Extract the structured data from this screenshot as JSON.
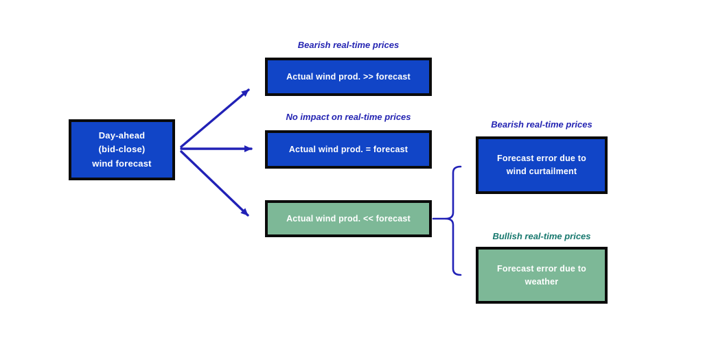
{
  "colors": {
    "box-blue": "#1145c7",
    "box-green": "#7db897",
    "box-border": "#0b0b0b",
    "box-text": "#ffffff",
    "caption-blue": "#2424b2",
    "caption-teal": "#17786e",
    "connector": "#2121b6",
    "page-bg": "#ffffff"
  },
  "diagram": {
    "root": {
      "label": "Day-ahead\n(bid-close)\nwind forecast"
    },
    "branches": [
      {
        "caption": "Bearish real-time prices",
        "label": "Actual wind prod. >> forecast",
        "tone": "blue"
      },
      {
        "caption": "No impact on real-time prices",
        "label": "Actual wind prod. = forecast",
        "tone": "blue"
      },
      {
        "caption": "",
        "label": "Actual wind prod. << forecast",
        "tone": "green"
      }
    ],
    "outcomes": [
      {
        "caption": "Bearish real-time prices",
        "label": "Forecast error due to\nwind curtailment",
        "tone": "blue"
      },
      {
        "caption": "Bullish real-time prices",
        "label": "Forecast error due to\nweather",
        "tone": "green"
      }
    ]
  }
}
